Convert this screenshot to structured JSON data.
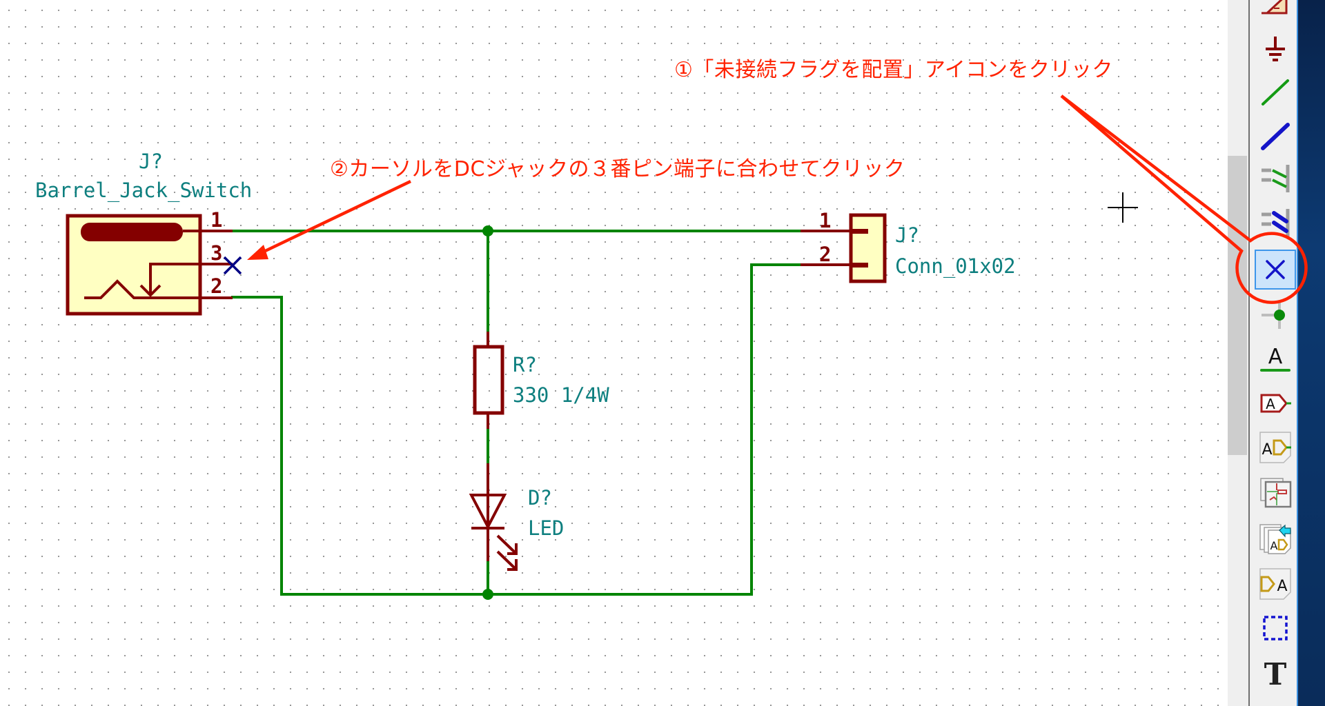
{
  "canvas": {
    "grid": "dot-grid",
    "cursor_icon": "crosshair-cursor-icon"
  },
  "components": {
    "barrel_jack": {
      "reference": "J?",
      "value": "Barrel_Jack_Switch",
      "pins": [
        "1",
        "3",
        "2"
      ]
    },
    "connector": {
      "reference": "J?",
      "value": "Conn_01x02",
      "pins": [
        "1",
        "2"
      ]
    },
    "resistor": {
      "reference": "R?",
      "value": "330 1/4W"
    },
    "led": {
      "reference": "D?",
      "value": "LED"
    }
  },
  "annotations": {
    "step1": "①「未接続フラグを配置」アイコンをクリック",
    "step2": "②カーソルをDCジャックの３番ピン端子に合わせてクリック",
    "color": "#ff2200"
  },
  "toolbar": {
    "items": [
      {
        "icon": "add-symbol-icon",
        "label": "Place symbol"
      },
      {
        "icon": "power-ground-icon",
        "label": "Place power port"
      },
      {
        "icon": "wire-icon",
        "label": "Place wire"
      },
      {
        "icon": "bus-icon",
        "label": "Place bus"
      },
      {
        "icon": "wire-to-bus-entry-icon",
        "label": "Place wire to bus entry"
      },
      {
        "icon": "bus-to-bus-entry-icon",
        "label": "Place bus to bus entry"
      },
      {
        "icon": "no-connect-flag-icon",
        "label": "Place no connection flag",
        "selected": true
      },
      {
        "icon": "junction-icon",
        "label": "Place junction"
      },
      {
        "icon": "net-label-icon",
        "label": "Place net label"
      },
      {
        "icon": "global-label-icon",
        "label": "Place global label"
      },
      {
        "icon": "hierarchical-label-icon",
        "label": "Place hierarchical label"
      },
      {
        "icon": "hierarchical-sheet-icon",
        "label": "Create hierarchical sheet"
      },
      {
        "icon": "import-sheet-pin-icon",
        "label": "Import hierarchical label"
      },
      {
        "icon": "sheet-pin-icon",
        "label": "Place hierarchical pin"
      },
      {
        "icon": "graphic-lines-icon",
        "label": "Place graphic lines"
      },
      {
        "icon": "text-icon",
        "label": "Place text"
      }
    ]
  },
  "colors": {
    "wire": "#008400",
    "component_outline": "#840000",
    "component_fill": "#ffffc2",
    "field_text": "#0e7f7f",
    "no_connect": "#000084",
    "selected_tool_bg": "#cce4fb",
    "callout": "#ff2200"
  }
}
